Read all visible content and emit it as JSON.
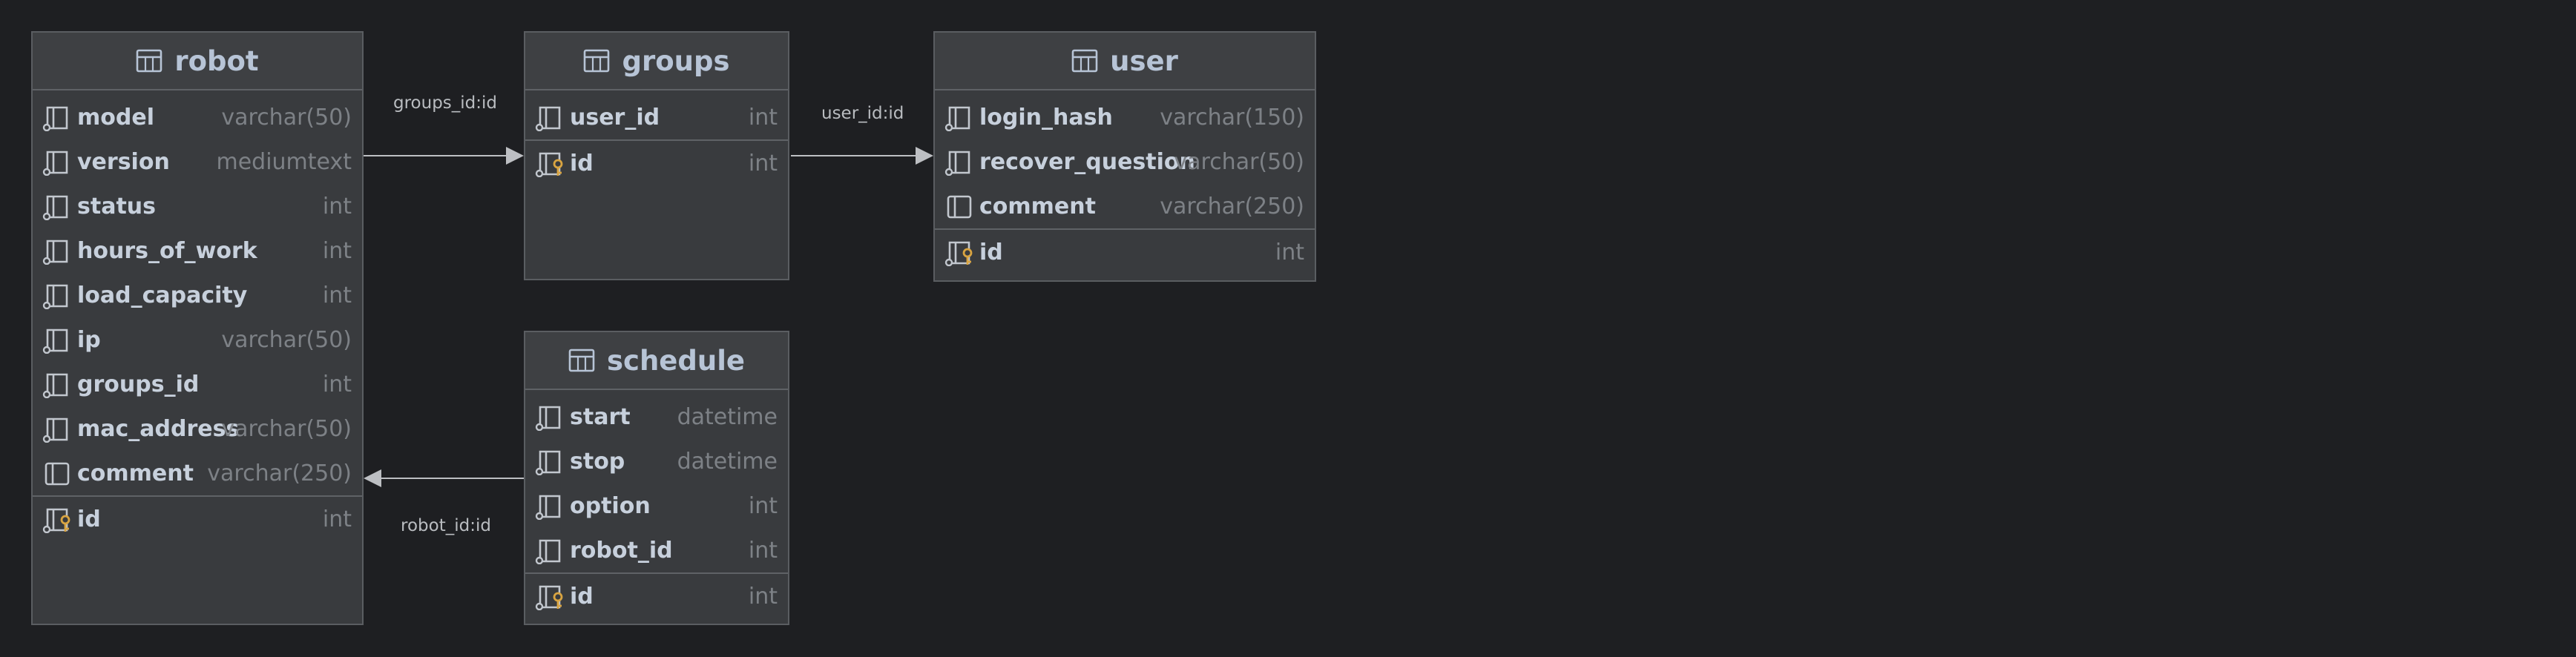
{
  "tables": {
    "robot": {
      "title": "robot",
      "fields": [
        {
          "name": "model",
          "type": "varchar(50)"
        },
        {
          "name": "version",
          "type": "mediumtext"
        },
        {
          "name": "status",
          "type": "int"
        },
        {
          "name": "hours_of_work",
          "type": "int"
        },
        {
          "name": "load_capacity",
          "type": "int"
        },
        {
          "name": "ip",
          "type": "varchar(50)"
        },
        {
          "name": "groups_id",
          "type": "int"
        },
        {
          "name": "mac_address",
          "type": "varchar(50)"
        },
        {
          "name": "comment",
          "type": "varchar(250)"
        }
      ],
      "pk": {
        "name": "id",
        "type": "int"
      }
    },
    "groups": {
      "title": "groups",
      "fields": [
        {
          "name": "user_id",
          "type": "int"
        }
      ],
      "pk": {
        "name": "id",
        "type": "int"
      }
    },
    "user": {
      "title": "user",
      "fields": [
        {
          "name": "login_hash",
          "type": "varchar(150)"
        },
        {
          "name": "recover_question",
          "type": "varchar(50)"
        },
        {
          "name": "comment",
          "type": "varchar(250)"
        }
      ],
      "pk": {
        "name": "id",
        "type": "int"
      }
    },
    "schedule": {
      "title": "schedule",
      "fields": [
        {
          "name": "start",
          "type": "datetime"
        },
        {
          "name": "stop",
          "type": "datetime"
        },
        {
          "name": "option",
          "type": "int"
        },
        {
          "name": "robot_id",
          "type": "int"
        }
      ],
      "pk": {
        "name": "id",
        "type": "int"
      }
    }
  },
  "relations": {
    "robot_groups": "groups_id:id",
    "groups_user": "user_id:id",
    "schedule_robot": "robot_id:id"
  },
  "icons": {
    "table": "table-icon",
    "field": "column-icon",
    "plain_field": "column-plain-icon",
    "primary_key": "primary-key-icon"
  },
  "colors": {
    "background": "#1e1f22",
    "key_accent": "#d9a441",
    "title": "#b7c4d6"
  }
}
